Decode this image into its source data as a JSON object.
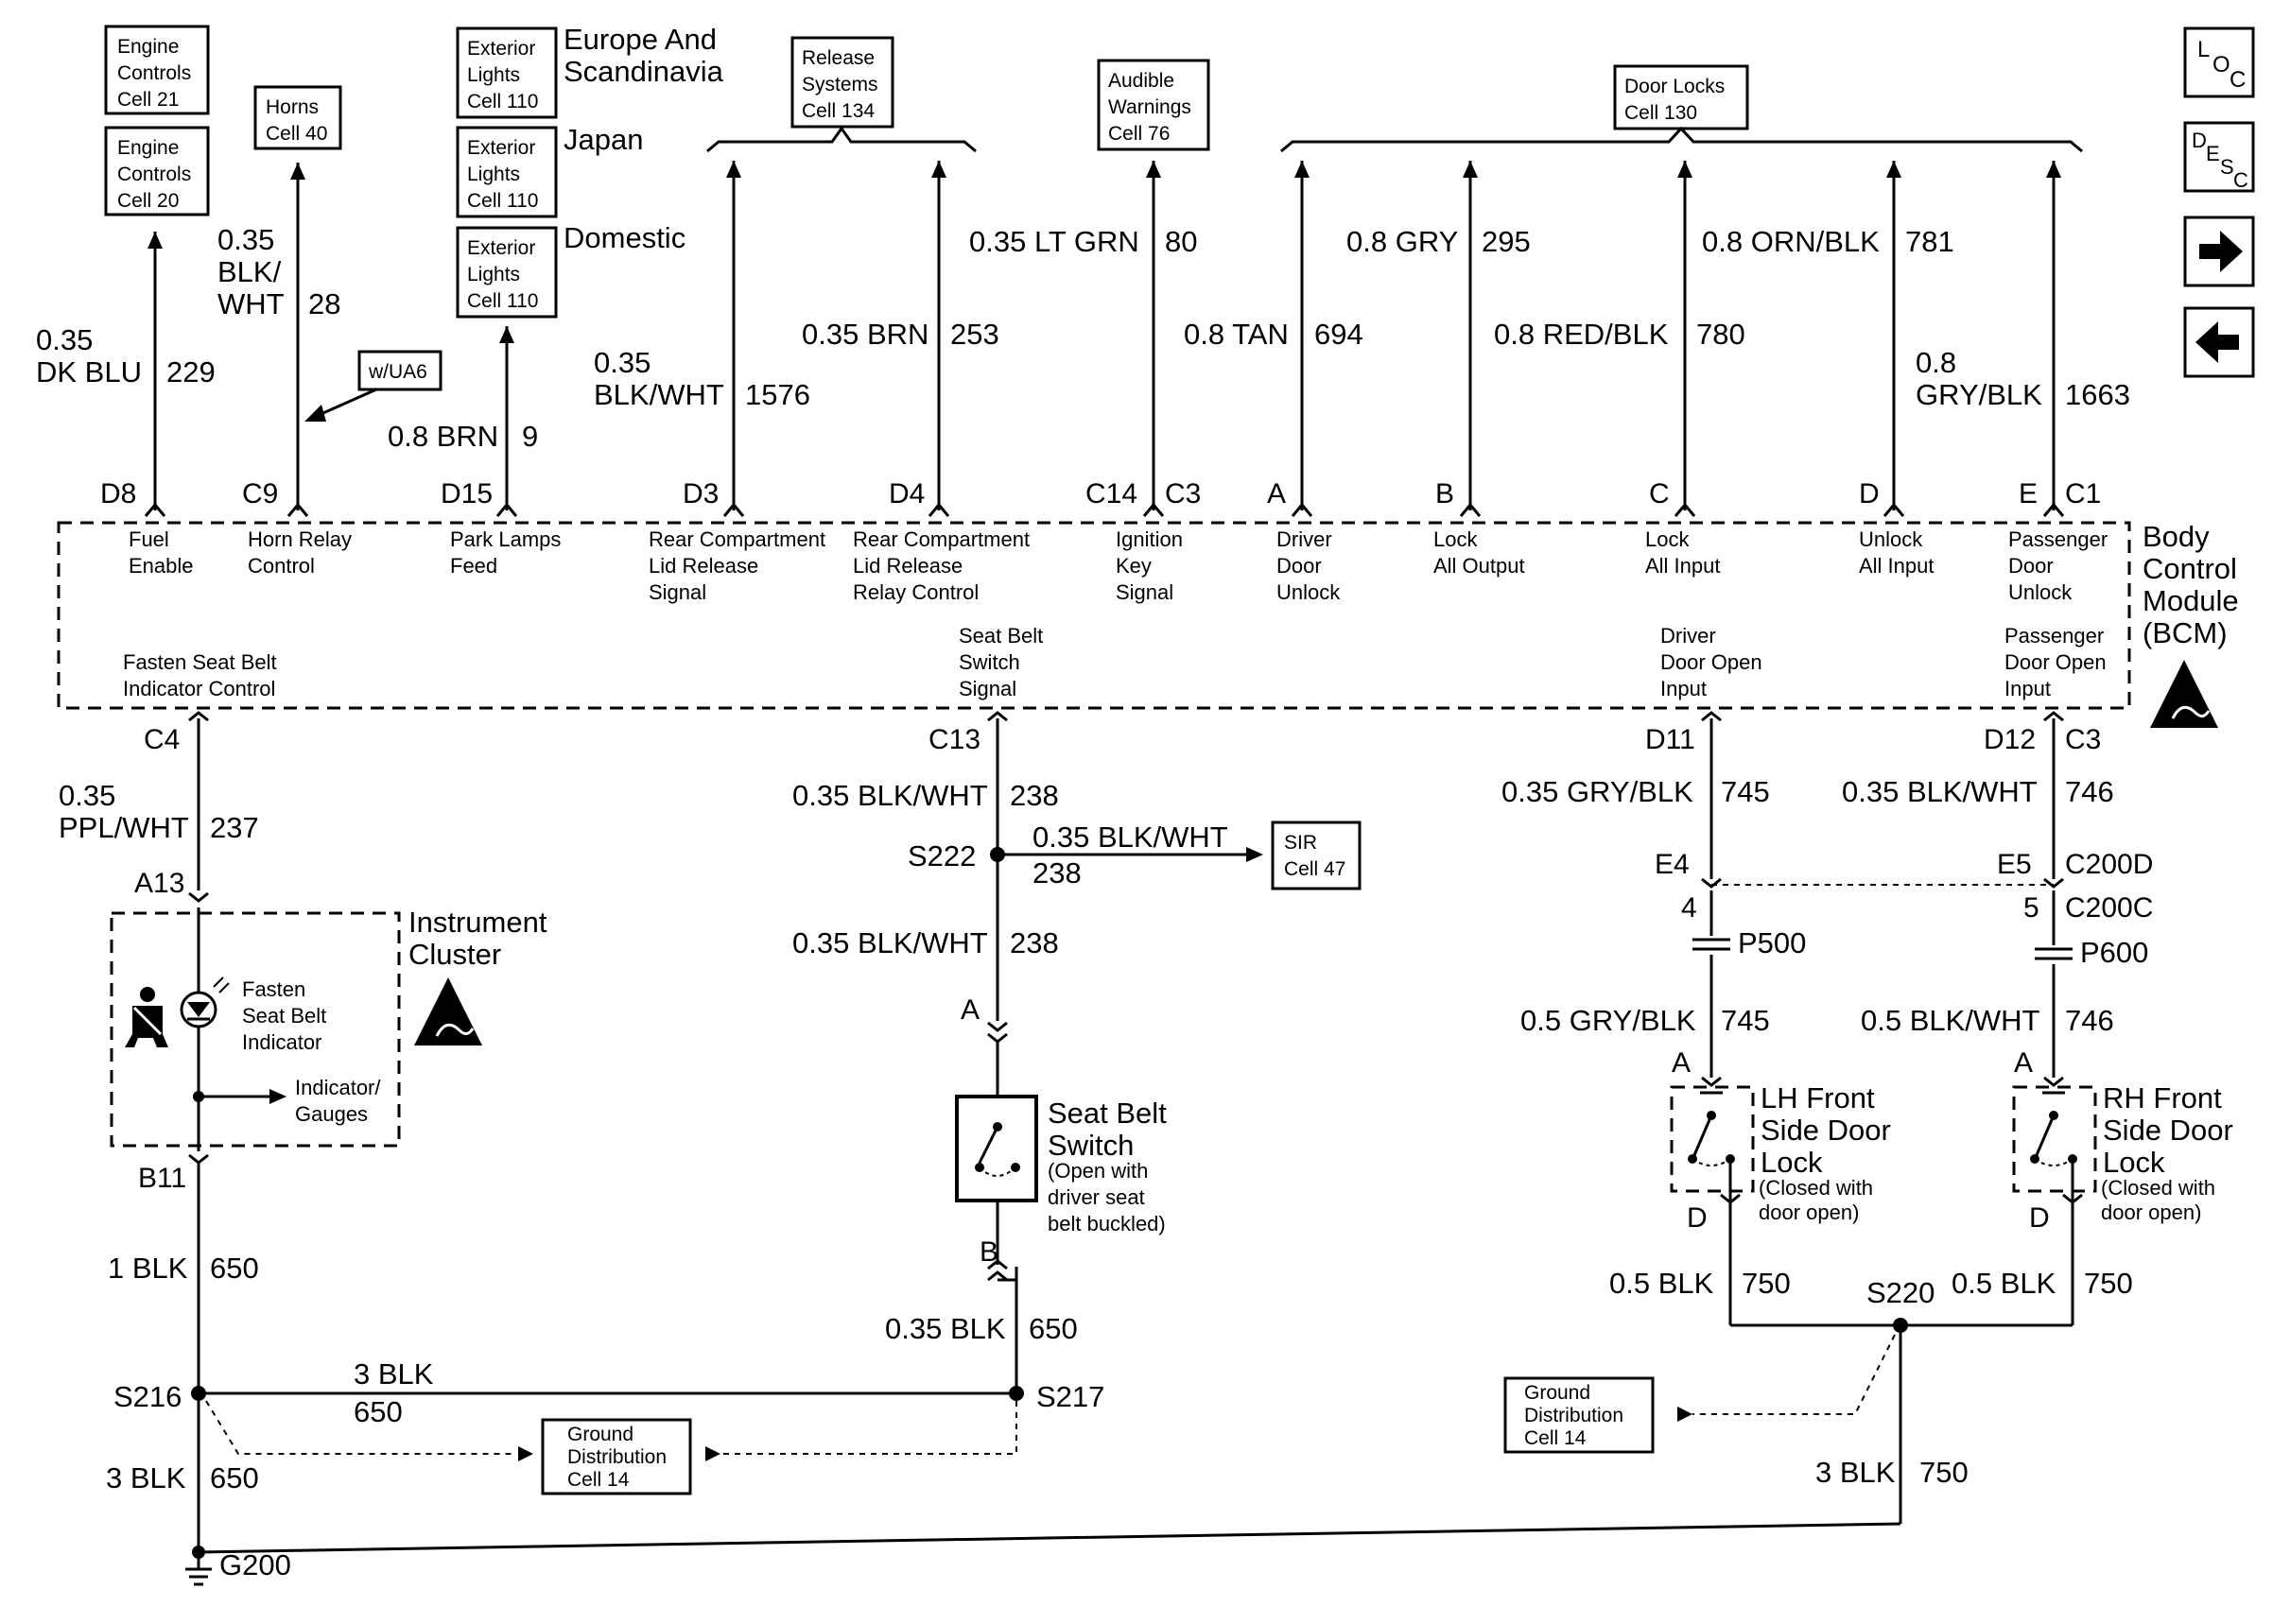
{
  "icons": {
    "loc": "location-icon",
    "desc": "description-icon",
    "next": "arrow-right-icon",
    "prev": "arrow-left-icon",
    "esd": "esd-warning-icon",
    "ground": "ground-symbol-icon",
    "seatbelt": "seatbelt-person-icon"
  },
  "nav": {
    "loc_L": "L",
    "loc_O": "O",
    "loc_C": "C",
    "desc_D": "D",
    "desc_E": "E",
    "desc_S": "S",
    "desc_C": "C"
  },
  "top_boxes": {
    "ec21": [
      "Engine",
      "Controls",
      "Cell 21"
    ],
    "ec20": [
      "Engine",
      "Controls",
      "Cell 20"
    ],
    "horns": [
      "Horns",
      "Cell 40"
    ],
    "ext1": [
      "Exterior",
      "Lights",
      "Cell 110"
    ],
    "ext2": [
      "Exterior",
      "Lights",
      "Cell 110"
    ],
    "ext3": [
      "Exterior",
      "Lights",
      "Cell 110"
    ],
    "release": [
      "Release",
      "Systems",
      "Cell 134"
    ],
    "audible": [
      "Audible",
      "Warnings",
      "Cell 76"
    ],
    "doorlocks": [
      "Door Locks",
      "Cell 130"
    ],
    "ua6": "w/UA6"
  },
  "regions": {
    "europe": [
      "Europe And",
      "Scandinavia"
    ],
    "japan": "Japan",
    "domestic": "Domestic"
  },
  "top_wires": {
    "w229": [
      "0.35",
      "DK BLU",
      "229"
    ],
    "w28": [
      "0.35",
      "BLK/",
      "WHT",
      "28"
    ],
    "w9": [
      "0.8 BRN",
      "9"
    ],
    "w1576": [
      "0.35",
      "BLK/WHT",
      "1576"
    ],
    "w253": [
      "0.35 BRN",
      "253"
    ],
    "w80": [
      "0.35 LT GRN",
      "80"
    ],
    "w694": [
      "0.8 TAN",
      "694"
    ],
    "w295": [
      "0.8 GRY",
      "295"
    ],
    "w780": [
      "0.8 RED/BLK",
      "780"
    ],
    "w781": [
      "0.8 ORN/BLK",
      "781"
    ],
    "w1663": [
      "0.8",
      "GRY/BLK",
      "1663"
    ]
  },
  "bcm_top_pins": [
    "D8",
    "C9",
    "D15",
    "D3",
    "D4",
    "C14",
    "C3",
    "A",
    "B",
    "C",
    "D",
    "E",
    "C1"
  ],
  "bcm_functions": {
    "fuel": [
      "Fuel",
      "Enable"
    ],
    "horn": [
      "Horn Relay",
      "Control"
    ],
    "park": [
      "Park Lamps",
      "Feed"
    ],
    "rearsig": [
      "Rear Compartment",
      "Lid Release",
      "Signal"
    ],
    "rearrelay": [
      "Rear Compartment",
      "Lid Release",
      "Relay Control"
    ],
    "ignition": [
      "Ignition",
      "Key",
      "Signal"
    ],
    "driverunlock": [
      "Driver",
      "Door",
      "Unlock"
    ],
    "lockout": [
      "Lock",
      "All Output"
    ],
    "lockin": [
      "Lock",
      "All Input"
    ],
    "unlockin": [
      "Unlock",
      "All Input"
    ],
    "passunlock": [
      "Passenger",
      "Door",
      "Unlock"
    ],
    "fasten": [
      "Fasten Seat Belt",
      "Indicator Control"
    ],
    "seatsw": [
      "Seat Belt",
      "Switch",
      "Signal"
    ],
    "driveropen": [
      "Driver",
      "Door Open",
      "Input"
    ],
    "passopen": [
      "Passenger",
      "Door Open",
      "Input"
    ]
  },
  "bcm_title": [
    "Body",
    "Control",
    "Module",
    "(BCM)"
  ],
  "bcm_bottom_pins": [
    "C4",
    "C13",
    "D11",
    "D12",
    "C3"
  ],
  "left_circuit": {
    "w237": [
      "0.35",
      "PPL/WHT",
      "237"
    ],
    "a13": "A13",
    "cluster_title": [
      "Instrument",
      "Cluster"
    ],
    "indicator": [
      "Fasten",
      "Seat Belt",
      "Indicator"
    ],
    "gauges": [
      "Indicator/",
      "Gauges"
    ],
    "b11": "B11",
    "w650a": [
      "1 BLK",
      "650"
    ],
    "s216": "S216",
    "w650b": [
      "3 BLK",
      "650"
    ],
    "w650c": [
      "3 BLK",
      "650"
    ],
    "g200": "G200",
    "ground1": [
      "Ground",
      "Distribution",
      "Cell 14"
    ]
  },
  "middle_circuit": {
    "w238a": [
      "0.35 BLK/WHT",
      "238"
    ],
    "s222": "S222",
    "w238b": [
      "0.35 BLK/WHT",
      "238"
    ],
    "sir": [
      "SIR",
      "Cell 47"
    ],
    "w238c": [
      "0.35 BLK/WHT",
      "238"
    ],
    "pinA": "A",
    "switch_title": [
      "Seat Belt",
      "Switch"
    ],
    "switch_note": [
      "(Open with",
      "driver seat",
      "belt buckled)"
    ],
    "pinB": "B",
    "w650": [
      "0.35 BLK",
      "650"
    ],
    "s217": "S217"
  },
  "right_circuit": {
    "w745a": [
      "0.35 GRY/BLK",
      "745"
    ],
    "w746a": [
      "0.35 BLK/WHT",
      "746"
    ],
    "e4": "E4",
    "e5": "E5",
    "c200d": "C200D",
    "c200c": "C200C",
    "pin4": "4",
    "pin5": "5",
    "p500": "P500",
    "p600": "P600",
    "w745b": [
      "0.5 GRY/BLK",
      "745"
    ],
    "w746b": [
      "0.5 BLK/WHT",
      "746"
    ],
    "lhA": "A",
    "rhA": "A",
    "lh_title": [
      "LH Front",
      "Side Door",
      "Lock"
    ],
    "rh_title": [
      "RH Front",
      "Side Door",
      "Lock"
    ],
    "lh_note": [
      "(Closed with",
      "door open)"
    ],
    "rh_note": [
      "(Closed with",
      "door open)"
    ],
    "lhD": "D",
    "rhD": "D",
    "w750a": [
      "0.5 BLK",
      "750"
    ],
    "w750b": [
      "0.5 BLK",
      "750"
    ],
    "s220": "S220",
    "ground2": [
      "Ground",
      "Distribution",
      "Cell 14"
    ],
    "w750c": [
      "3 BLK",
      "750"
    ]
  }
}
